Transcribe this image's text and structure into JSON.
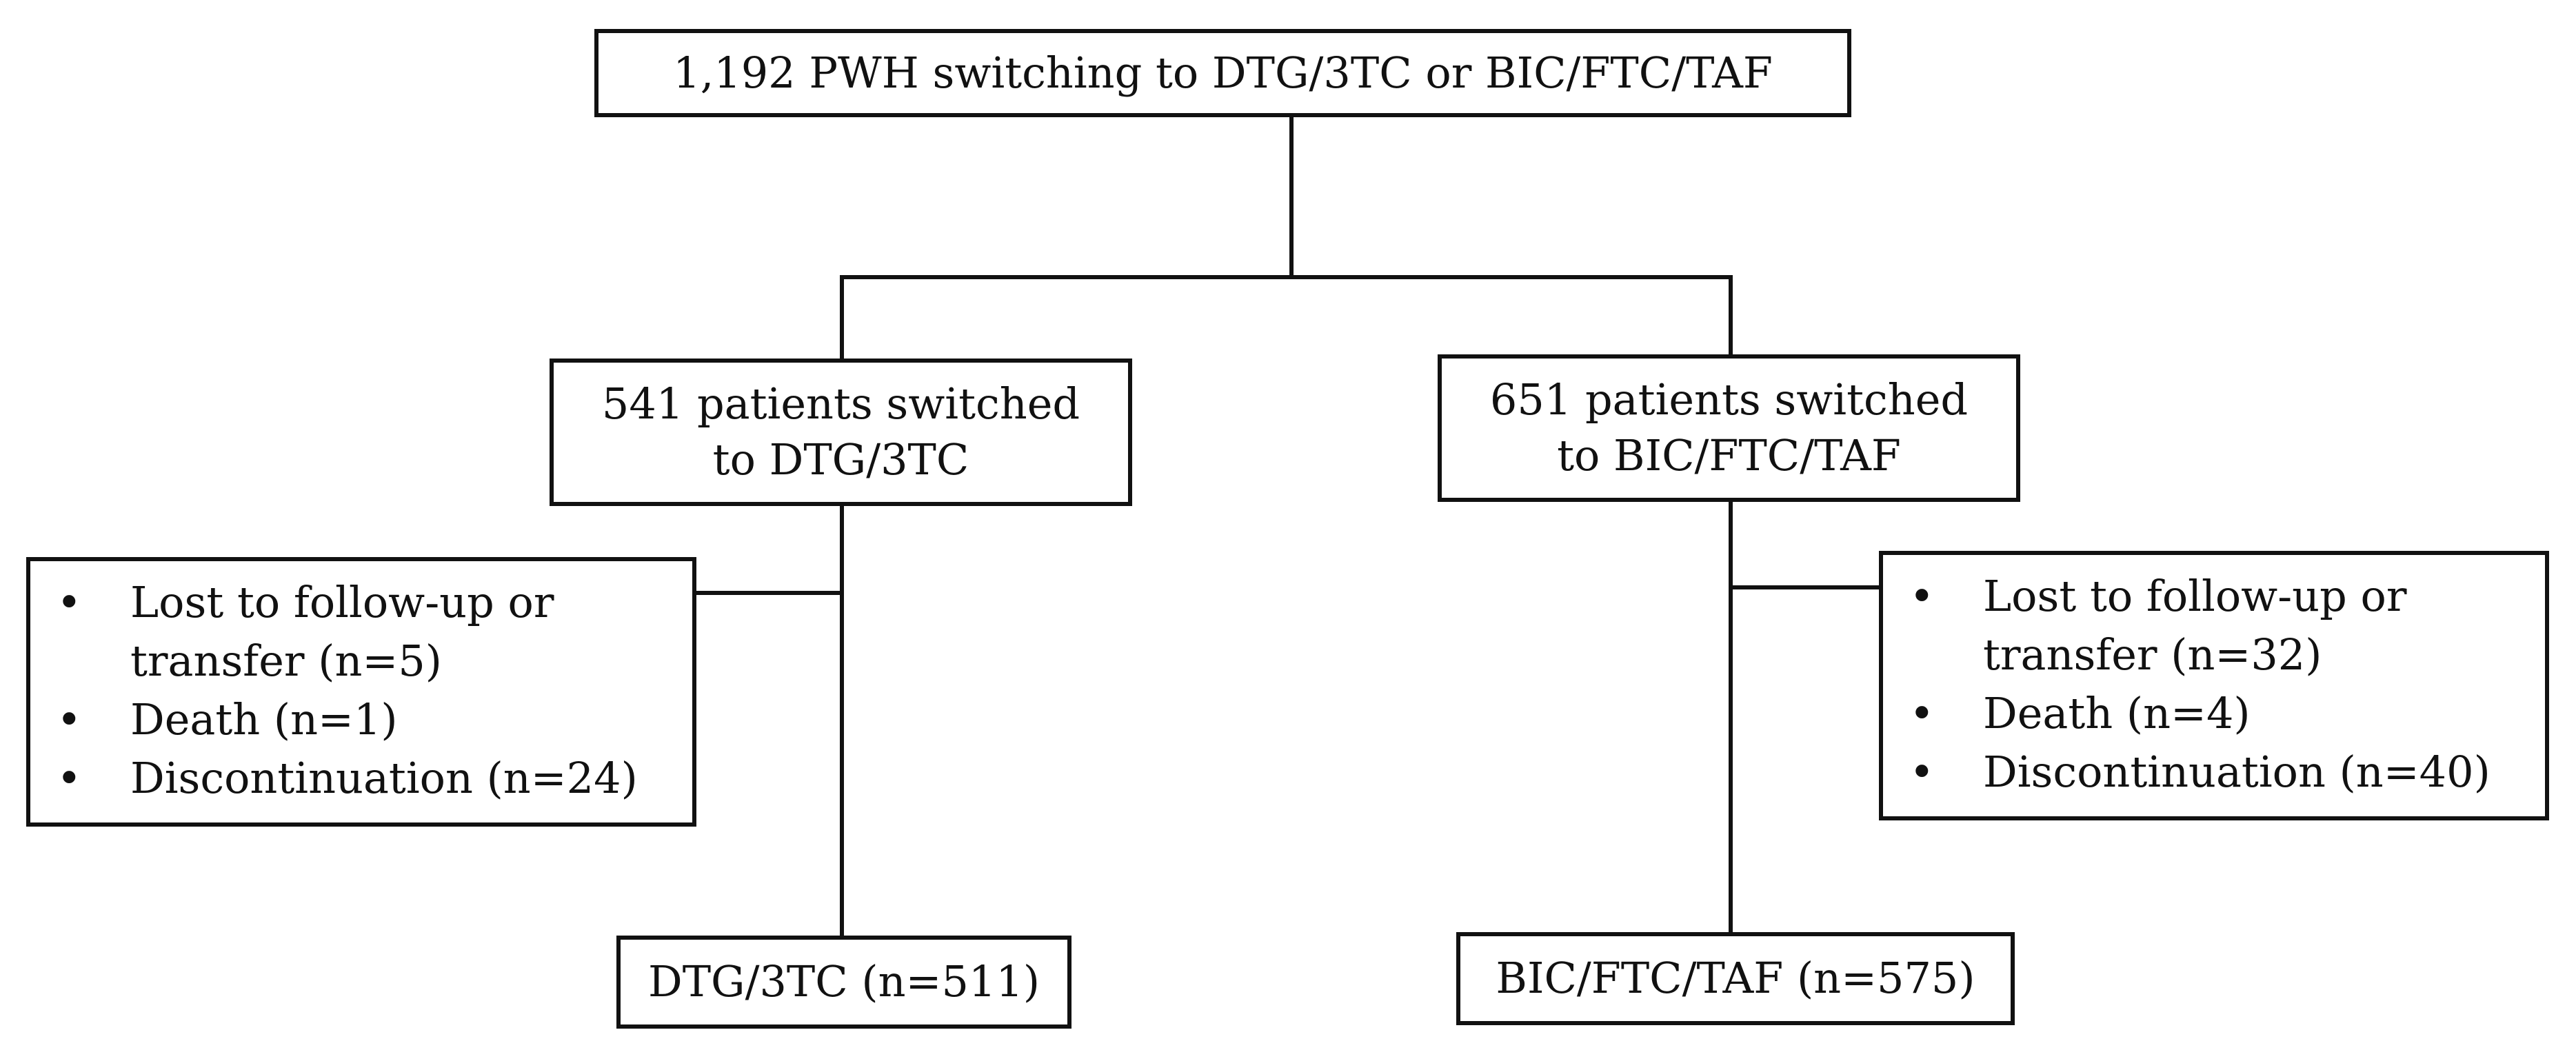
{
  "flowchart": {
    "root": {
      "line1": "1,192 PWH switching to DTG/3TC or BIC/FTC/TAF"
    },
    "left_branch": {
      "group": {
        "line1": "541 patients switched",
        "line2": "to DTG/3TC"
      },
      "exclusions": [
        "Lost to follow-up or\ntransfer (n=5)",
        "Death (n=1)",
        "Discontinuation (n=24)"
      ],
      "final": "DTG/3TC (n=511)"
    },
    "right_branch": {
      "group": {
        "line1": "651 patients switched",
        "line2": "to BIC/FTC/TAF"
      },
      "exclusions": [
        "Lost to follow-up or\ntransfer (n=32)",
        "Death (n=4)",
        "Discontinuation (n=40)"
      ],
      "final": "BIC/FTC/TAF (n=575)"
    }
  },
  "colors": {
    "stroke": "#111111",
    "background": "#ffffff",
    "text": "#111111"
  }
}
